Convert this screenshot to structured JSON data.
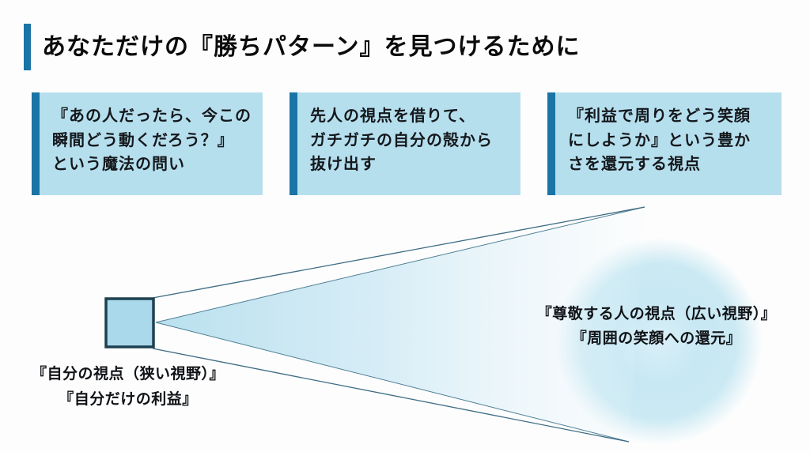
{
  "slide": {
    "title": "あなただけの『勝ちパターン』を見つけるために"
  },
  "cards": [
    {
      "text": "『あの人だったら、今この\n瞬間どう動くだろう？』\nという魔法の問い"
    },
    {
      "text": "先人の視点を借りて、\nガチガチの自分の殻から\n抜け出す"
    },
    {
      "text": "『利益で周りをどう笑顔\nにしようか』という豊か\nさを還元する視点"
    }
  ],
  "diagram": {
    "narrow_view_label": "『自分の視点（狭い視野）』\n『自分だけの利益』",
    "wide_view_label": "『尊敬する人の視点（広い視野）』\n『周囲の笑顔への還元』"
  },
  "colors": {
    "accent_blue": "#1a74a6",
    "card_background": "#b6dfee",
    "card_text": "#14181c",
    "square_fill": "#a9d9ea",
    "square_border": "#1e4152",
    "cone_fill": "#bfe3f0",
    "cone_edge_line": "#4d7e95",
    "glow_blue": "#c5e7f2",
    "background": "#ffffff",
    "title_text": "#0b0b0d"
  }
}
